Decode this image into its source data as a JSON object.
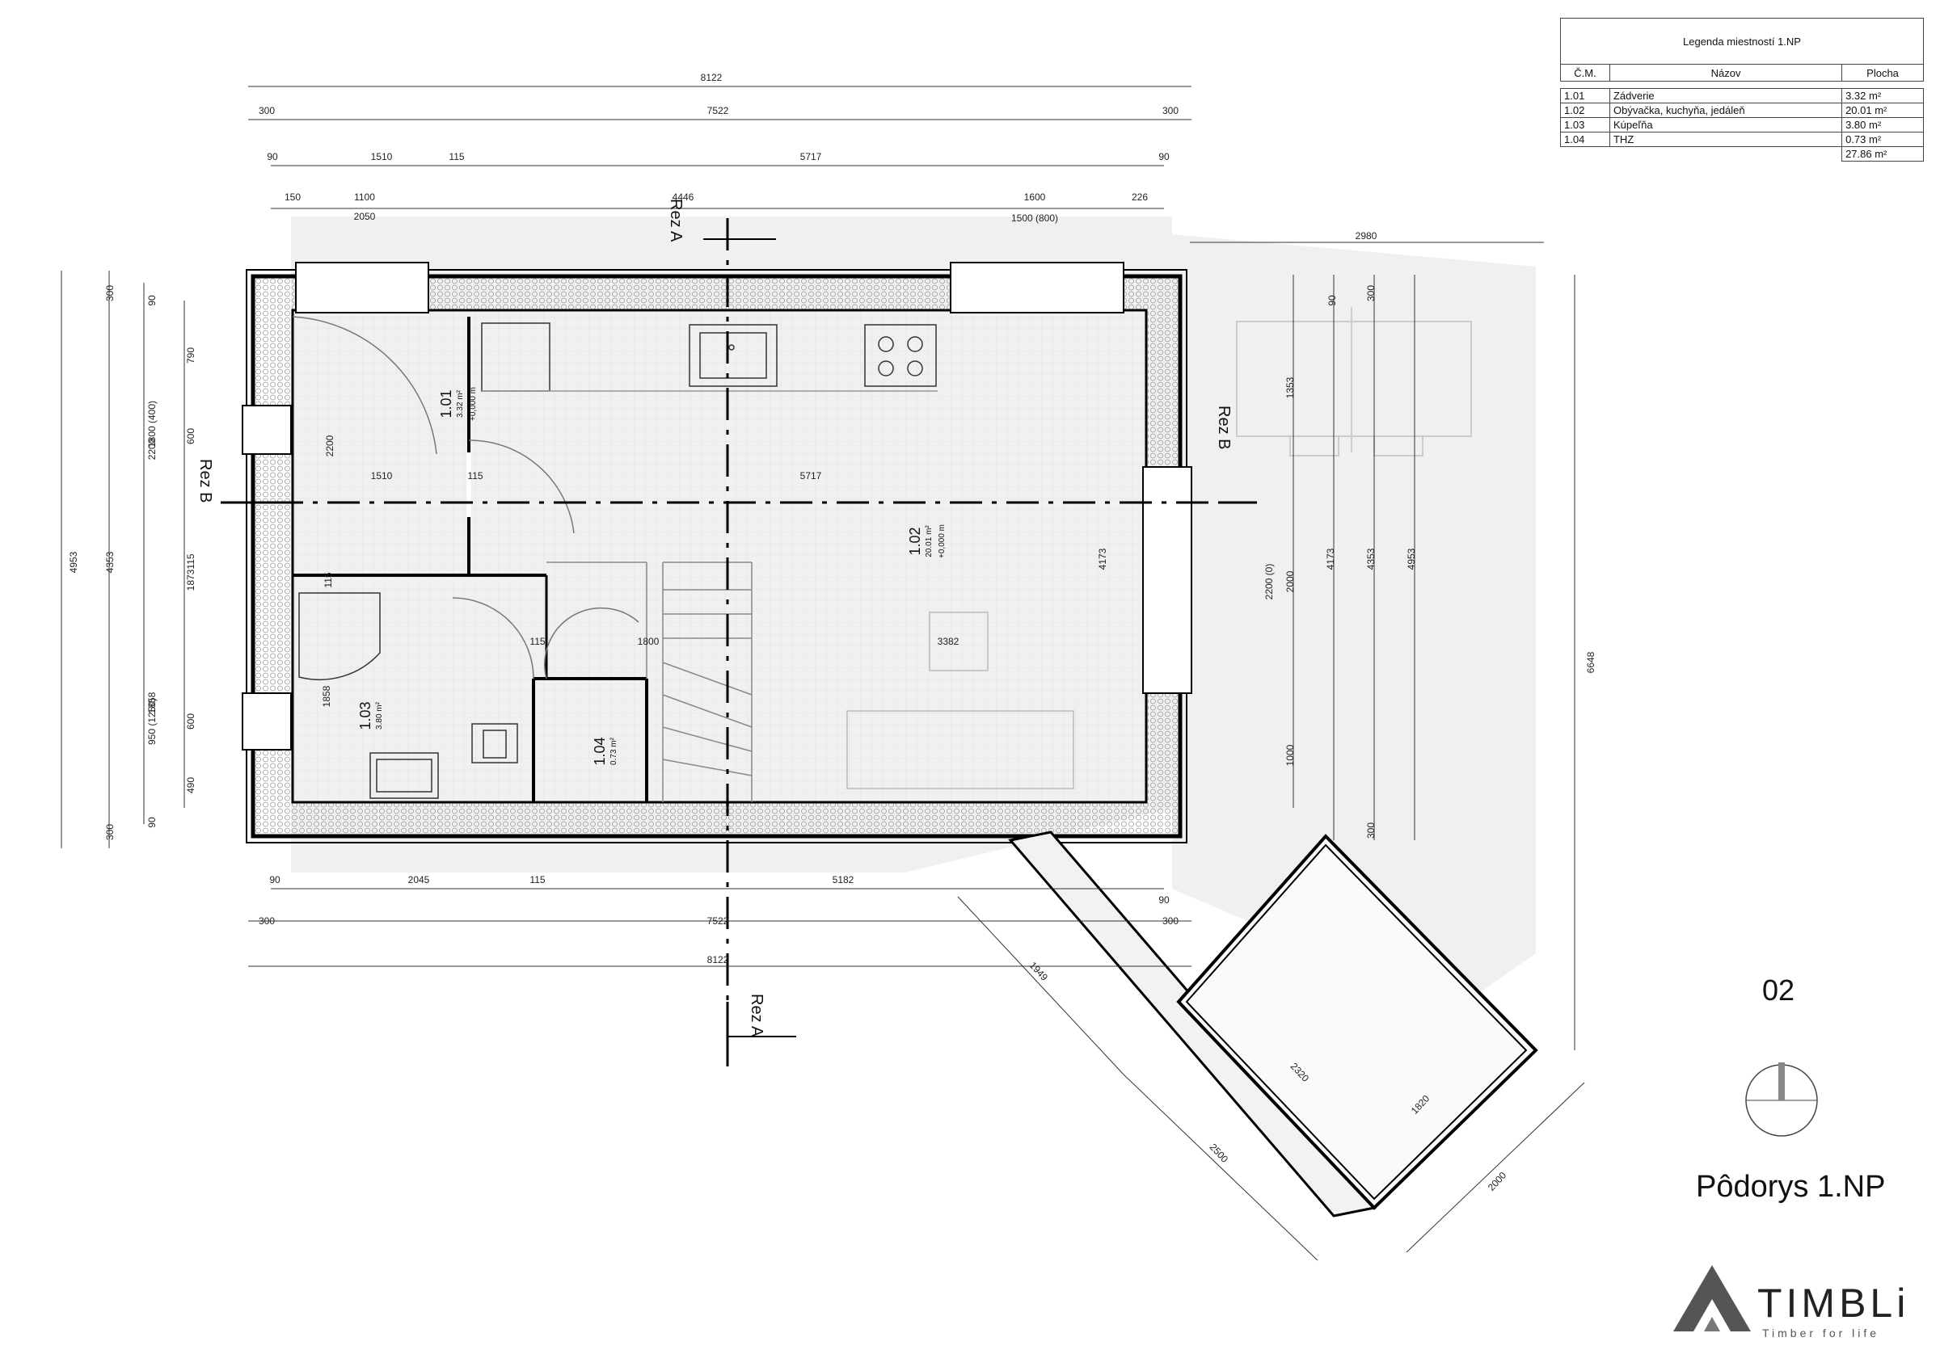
{
  "legend": {
    "title": "Legenda miestností 1.NP",
    "headers": [
      "Č.M.",
      "Názov",
      "Plocha"
    ],
    "rows": [
      {
        "cm": "1.01",
        "name": "Zádverie",
        "area": "3.32 m²"
      },
      {
        "cm": "1.02",
        "name": "Obývačka, kuchyňa, jedáleň",
        "area": "20.01 m²"
      },
      {
        "cm": "1.03",
        "name": "Kúpeľňa",
        "area": "3.80 m²"
      },
      {
        "cm": "1.04",
        "name": "THZ",
        "area": "0.73 m²"
      }
    ],
    "total": "27.86 m²"
  },
  "sheet": {
    "number": "02",
    "title": "Pôdorys 1.NP"
  },
  "logo": {
    "name": "TIMBLi",
    "tagline": "Timber for life"
  },
  "rooms": [
    {
      "num": "1.01",
      "area": "3.32 m²",
      "level": "+0,000 m"
    },
    {
      "num": "1.02",
      "area": "20.01 m²",
      "level": "+0,000 m"
    },
    {
      "num": "1.03",
      "area": "3.80 m²"
    },
    {
      "num": "1.04",
      "area": "0.73 m²"
    }
  ],
  "sections": {
    "a": "Rez A",
    "b": "Rez B"
  },
  "dims": {
    "top_overall": "8122",
    "top_row2": [
      "300",
      "7522",
      "300"
    ],
    "top_row3": [
      "90",
      "1510",
      "115",
      "5717",
      "90"
    ],
    "top_row4": [
      "150",
      "1100",
      "4446",
      "1600",
      "226"
    ],
    "top_row4_sub": [
      "2050",
      "1500 (800)"
    ],
    "bottom_row1": [
      "90",
      "2045",
      "115",
      "5182",
      "90"
    ],
    "bottom_row2": [
      "300",
      "7522",
      "300"
    ],
    "bottom_overall": "8122",
    "left_overall": "4953",
    "left_row2": [
      "300",
      "4353",
      "300"
    ],
    "left_row3": [
      "90",
      "790",
      "600",
      "115",
      "1873",
      "600",
      "490",
      "90"
    ],
    "left_row3_sub": [
      "1800 (400)",
      "2200",
      "1858",
      "950 (1250)"
    ],
    "right_stack": [
      "90",
      "1353",
      "2200 (0)",
      "2000",
      "1000",
      "300",
      "4173",
      "4353",
      "4953",
      "300"
    ],
    "terrace": [
      "2980",
      "6648",
      "1949",
      "2500",
      "2320",
      "1820",
      "2000"
    ],
    "interior": [
      "2200",
      "1510",
      "115",
      "5717",
      "4173",
      "115",
      "115",
      "1800",
      "3382",
      "1858"
    ]
  }
}
